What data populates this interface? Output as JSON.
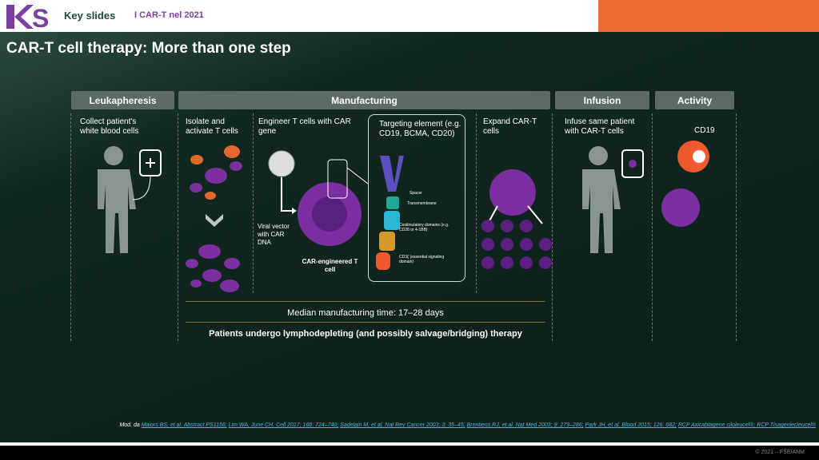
{
  "header": {
    "logo_text": "KS",
    "brand": "Key slides",
    "subtitle": "I CAR-T nel 2021"
  },
  "title": "CAR-T cell therapy: More than one step",
  "columns": [
    {
      "label": "Leukapheresis"
    },
    {
      "label": "Manufacturing"
    },
    {
      "label": "Infusion"
    },
    {
      "label": "Activity"
    }
  ],
  "steps": {
    "collect": "Collect patient's white blood cells",
    "isolate": "Isolate and activate T cells",
    "engineer": "Engineer T cells with CAR gene",
    "viral": "Viral vector with CAR DNA",
    "car_cell": "CAR-engineered T cell",
    "targeting": "Targeting element (e.g. CD19, BCMA, CD20)",
    "spacer": "Spacer",
    "transmembrane": "Transmembrane",
    "costim": "Costimulatory domains (e.g. CD28 or 4-1BB)",
    "cd3": "CD3ζ (essential signaling domain)",
    "expand": "Expand CAR-T cells",
    "infuse": "Infuse same patient with CAR-T cells",
    "cd19": "CD19"
  },
  "median": "Median manufacturing time: 17–28 days",
  "patients": "Patients undergo lymphodepleting (and possibly salvage/bridging) therapy",
  "refs": {
    "prefix": "Mod. da",
    "links": [
      "Maiors BS, et al. Abstract PS1156;",
      "Lim WA, June CH. Cell 2017; 168: 724–740;",
      "Sadelain M, et al. Nat Rev Cancer 2003; 3: 35–45;",
      "Brentiens RJ, et al. Nat Med 2003; 9: 279–286;",
      "Park JH, et al. Blood 2015; 126: 682;",
      "RCP Axicabtagene ciloleucel®; RCP Tisagenlecleucel®"
    ]
  },
  "copyright": "© 2021 – FSE/ANM"
}
